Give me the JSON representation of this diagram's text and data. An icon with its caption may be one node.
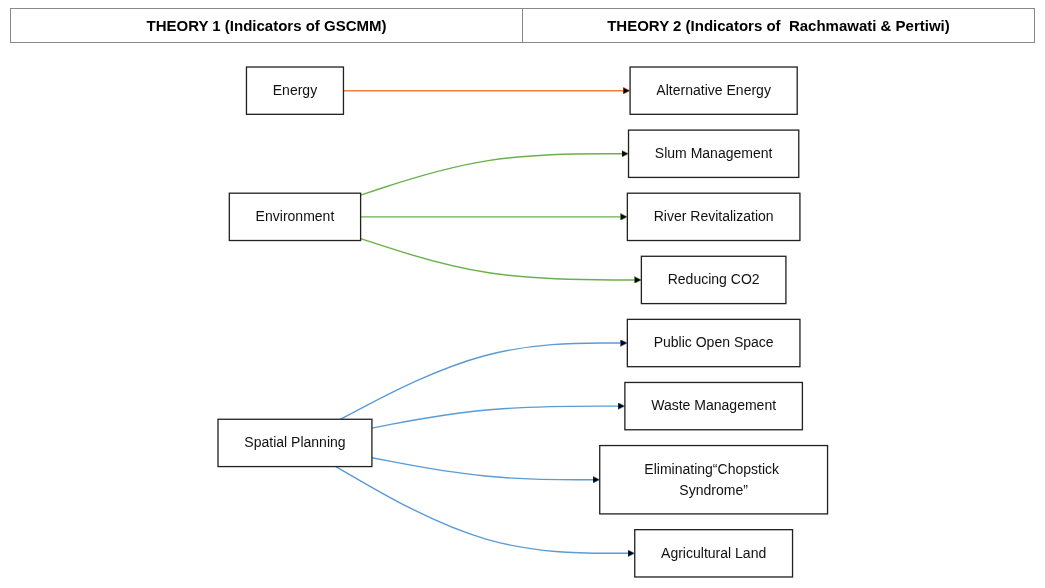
{
  "diagram": {
    "nodes": [
      {
        "text": [
          "Energy"
        ]
      },
      {
        "text": [
          "Environment"
        ]
      },
      {
        "text": [
          "Spatial Planning"
        ]
      },
      {
        "text": [
          "Public Open Space"
        ]
      },
      {
        "text": [
          "Waste Management"
        ]
      },
      {
        "text": [
          "Slum Management"
        ]
      },
      {
        "text": [
          "River Revitalization"
        ]
      },
      {
        "text": [
          "Eliminating“Chopstick Syndrome”"
        ]
      },
      {
        "text": [
          "Alternative Energy"
        ]
      },
      {
        "text": [
          "Reducing CO2"
        ]
      },
      {
        "text": [
          "Agricultural Land"
        ]
      }
    ],
    "edges": [
      {
        "from": 0,
        "to": 8,
        "arrow": "to",
        "color": "#f07f3c"
      },
      {
        "from": 1,
        "to": 5,
        "arrow": "to",
        "color": "#6ab04c"
      },
      {
        "from": 1,
        "to": 6,
        "arrow": "to",
        "color": "#6ab04c"
      },
      {
        "from": 1,
        "to": 9,
        "arrow": "to",
        "color": "#6ab04c"
      },
      {
        "from": 2,
        "to": 3,
        "arrow": "to",
        "color": "#5b9bd5"
      },
      {
        "from": 2,
        "to": 4,
        "arrow": "to",
        "color": "#5b9bd5"
      },
      {
        "from": 2,
        "to": 7,
        "arrow": "to",
        "color": "#5b9bd5"
      },
      {
        "from": 2,
        "to": 10,
        "arrow": "to",
        "color": "#5b9bd5"
      }
    ],
    "labels": [
      "THEORY 1 (Indicators of GSCMM)",
      "THEORY 2 (Indicators of  Rachmawati & Pertiwi)"
    ]
  }
}
